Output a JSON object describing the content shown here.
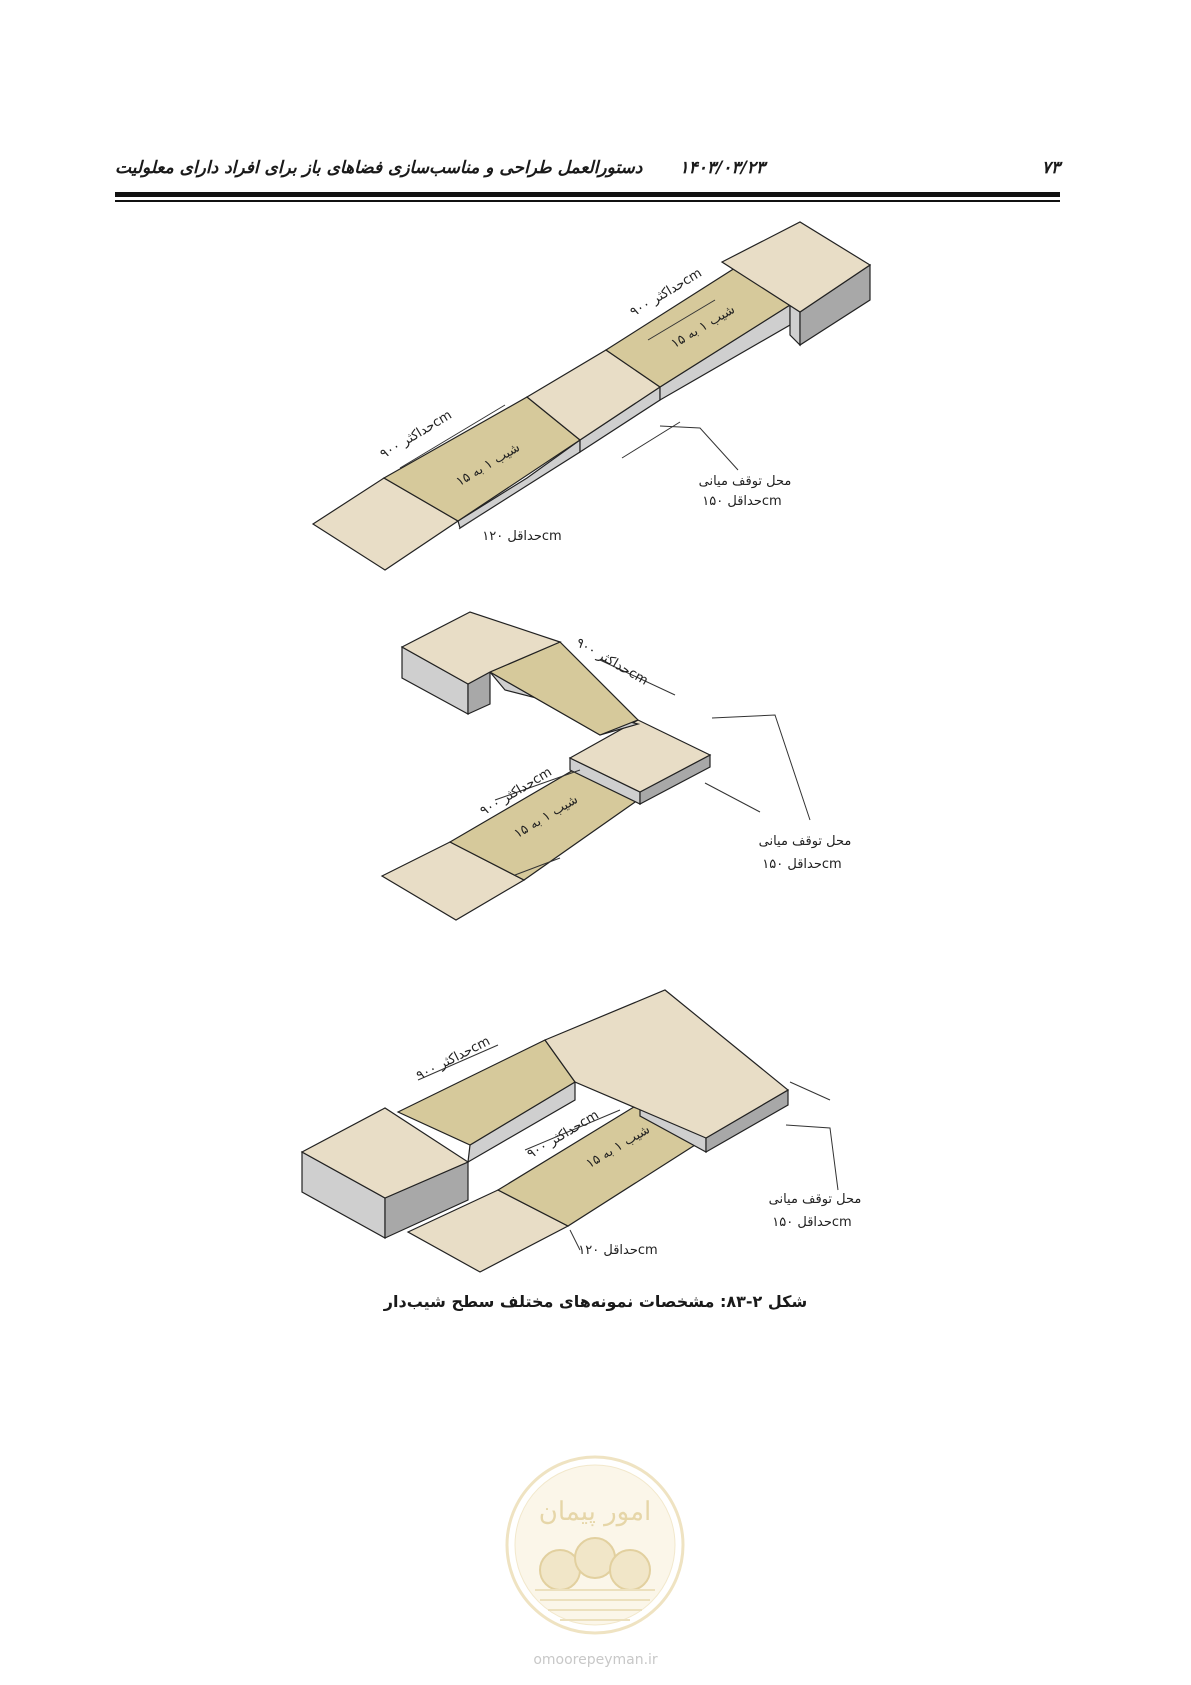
{
  "header": {
    "page_number": "۷۳",
    "date": "۱۴۰۳/۰۳/۲۳",
    "title": "دستورالعمل طراحی و مناسب‌سازی فضاهای باز برای افراد دارای معلولیت"
  },
  "figures": {
    "max_length": "حداکثر ۹۰۰cm",
    "slope": "شیب ۱ به ۱۵",
    "landing": "محل توقف میانی",
    "min_150": "حداقل ۱۵۰cm",
    "min_120": "حداقل ۱۲۰cm"
  },
  "caption": "شکل ۲-۸۳: مشخصات نمونه‌های مختلف سطح شیب‌دار",
  "watermark": {
    "logo_text": "امور پیمان",
    "url": "omoorepeyman.ir"
  },
  "colors": {
    "slab_top": "#e8ddc6",
    "ramp_top": "#d6c99b",
    "side_face": "#c9c9c9",
    "side_dark": "#a9a9a9"
  }
}
